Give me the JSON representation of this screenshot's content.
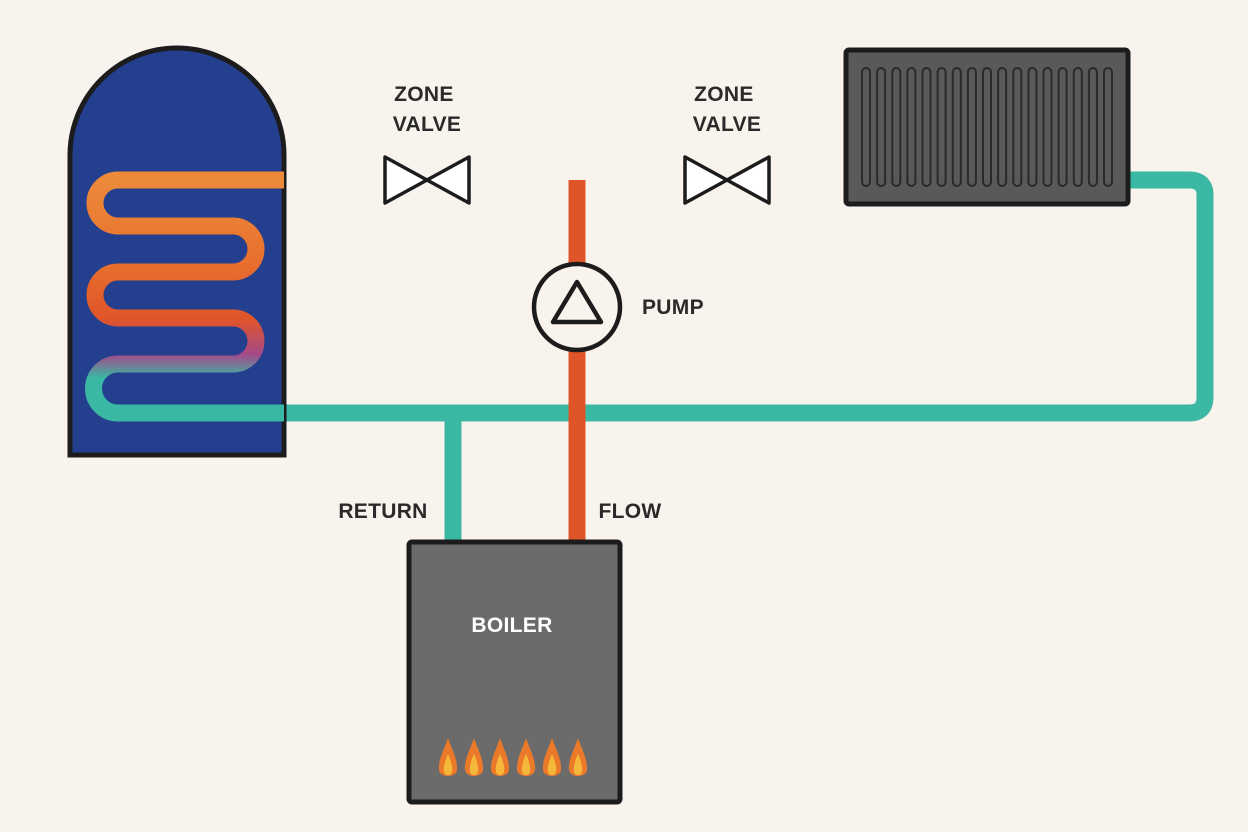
{
  "diagram": {
    "labels": {
      "zone_valve_left": [
        "ZONE",
        "VALVE"
      ],
      "zone_valve_right": [
        "ZONE",
        "VALVE"
      ],
      "pump": "PUMP",
      "return": "RETURN",
      "flow": "FLOW",
      "boiler": "BOILER"
    },
    "burner_flame_count": 6,
    "colors": {
      "background": "#f8f3ec",
      "flow_pipe": "#e0542a",
      "flow_pipe_light": "#ec8033",
      "return_pipe": "#3ab8a4",
      "cylinder": "#233f8e",
      "boiler": "#6b6b6b",
      "radiator": "#595959",
      "outline": "#1c1c1c",
      "label_dark": "#2a2a2a",
      "label_light": "#ffffff",
      "flame_outer": "#ea7a2a",
      "flame_inner": "#f6b83a"
    },
    "icons": [
      "hot-water-cylinder",
      "zone-valve-icon",
      "pump-icon",
      "radiator-icon",
      "boiler-icon",
      "flame-icon"
    ]
  }
}
